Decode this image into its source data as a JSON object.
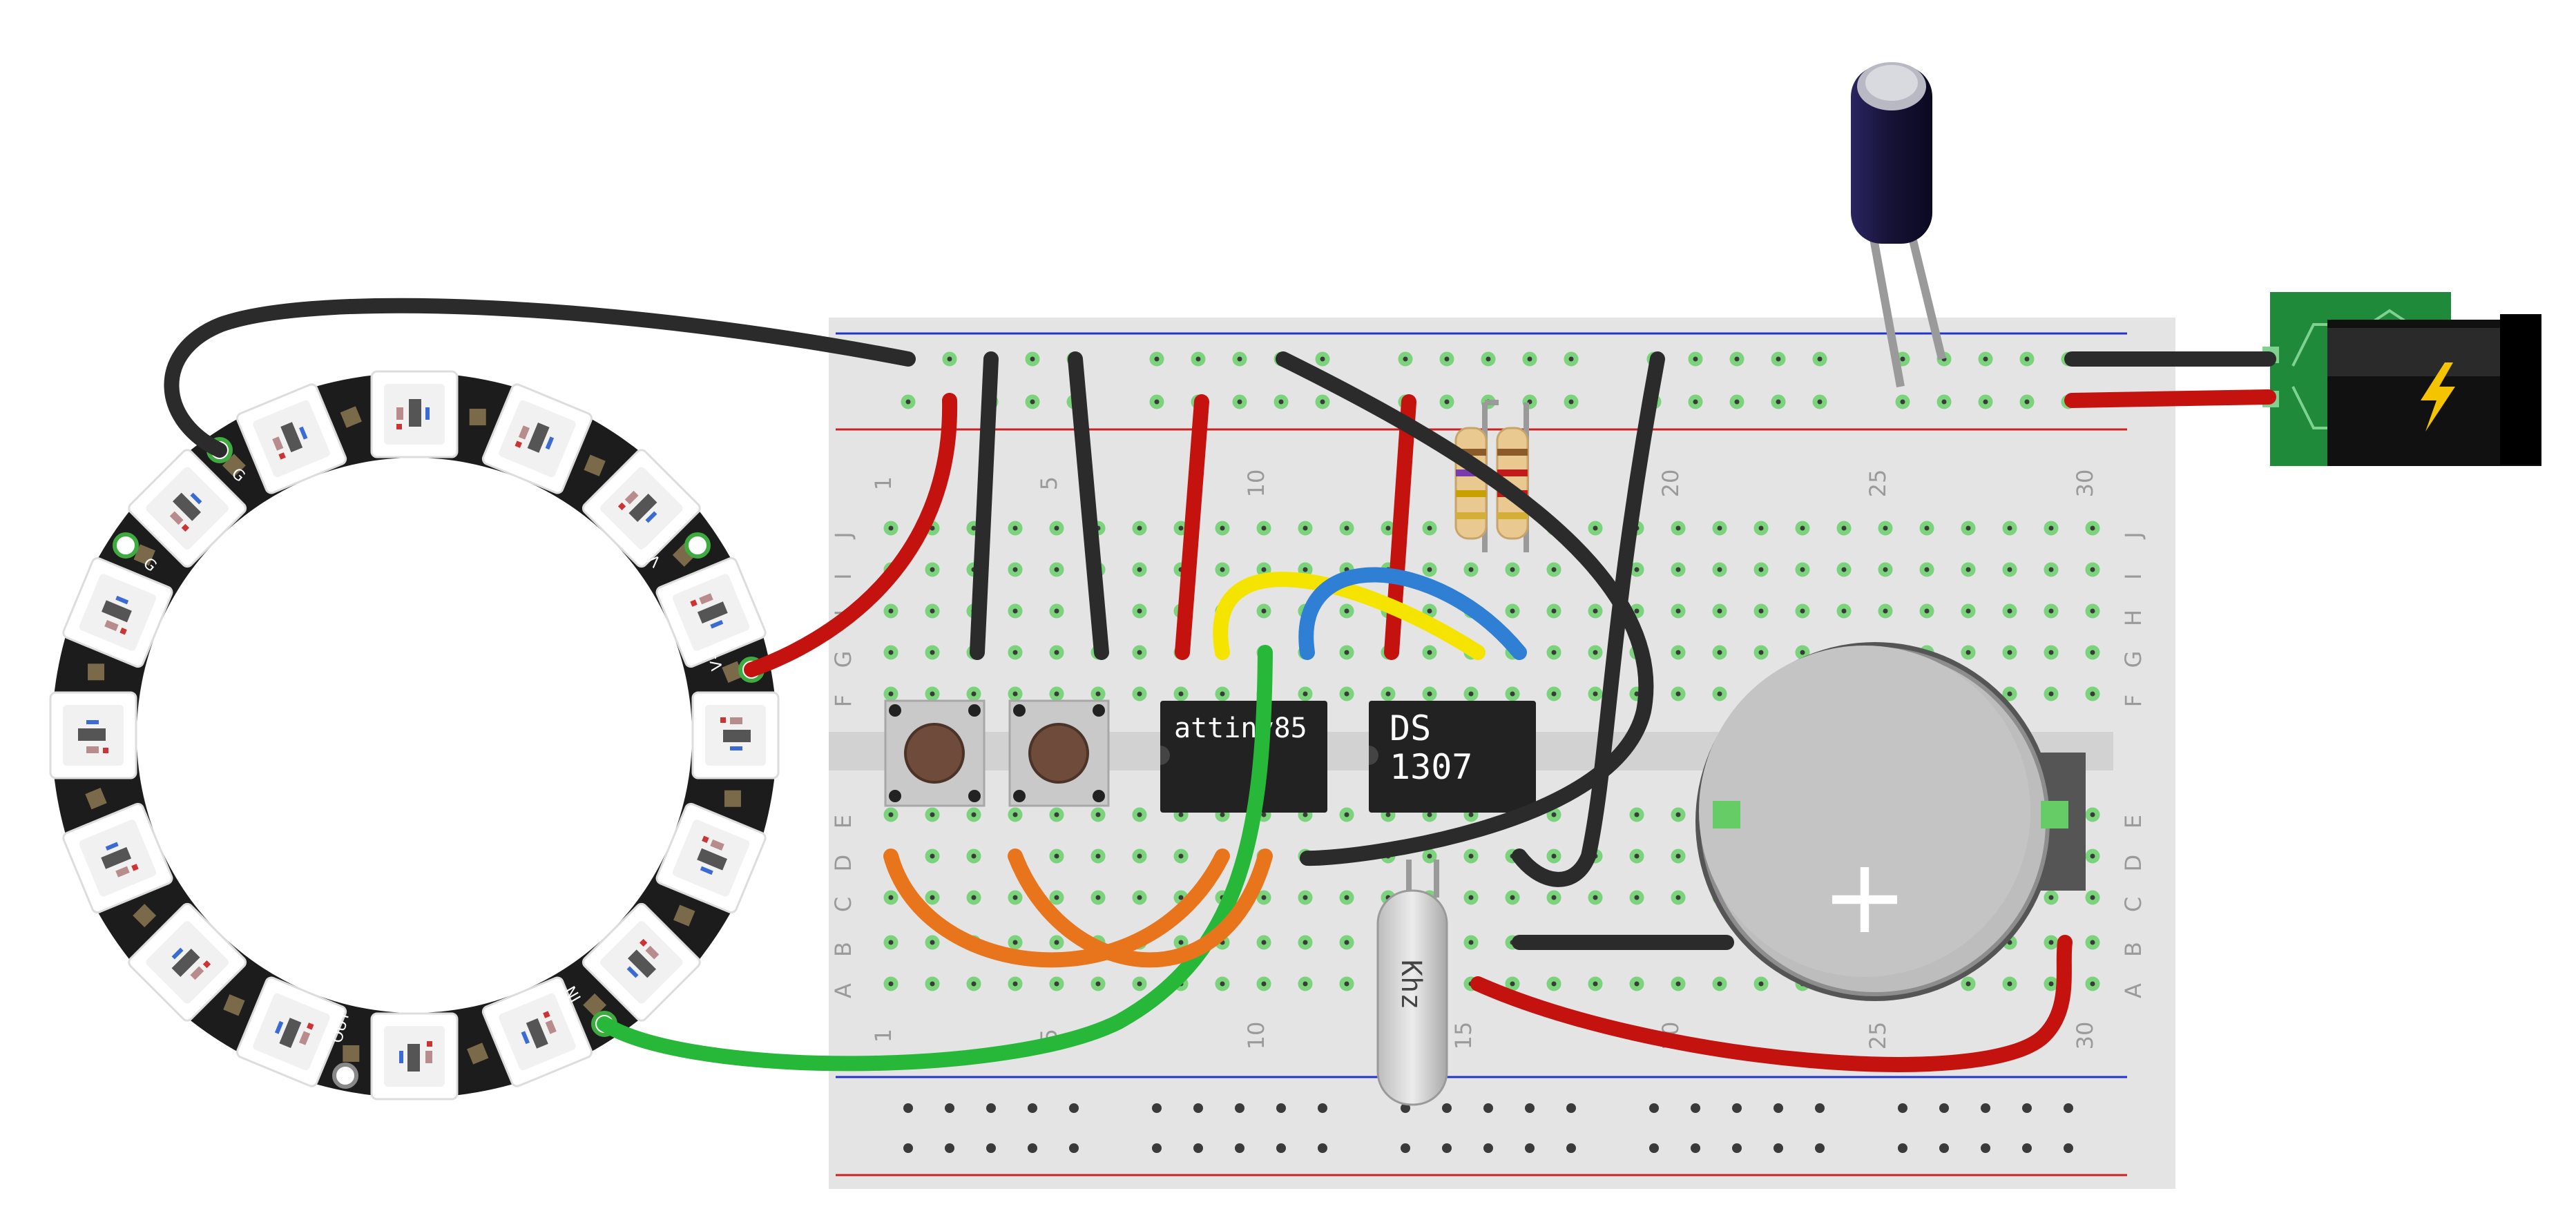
{
  "breadboard": {
    "column_numbers": [
      "1",
      "5",
      "10",
      "15",
      "20",
      "25",
      "30"
    ],
    "row_letters_top": [
      "J",
      "I",
      "H",
      "G",
      "F"
    ],
    "row_letters_bottom": [
      "E",
      "D",
      "C",
      "B",
      "A"
    ]
  },
  "chips": {
    "attiny_label": "attiny85",
    "ds1307_line1": "DS",
    "ds1307_line2": "1307"
  },
  "crystal": {
    "label": "Khz"
  },
  "ring": {
    "pin_g1": "G",
    "pin_g2": "G",
    "pin_v1": "V+",
    "pin_v2": "V+",
    "pin_in": "IN",
    "pin_out": "OUT"
  },
  "battery": {
    "symbol": "+"
  },
  "colors": {
    "wire_black": "#2b2b2b",
    "wire_red": "#c4120f",
    "wire_green": "#27b83a",
    "wire_orange": "#e8741c",
    "wire_yellow": "#f5e400",
    "wire_blue": "#2f7fd4",
    "pcb_green": "#1f8a3a",
    "rail_blue": "#2233cc",
    "rail_red": "#cc2222",
    "capacitor": "#1b1747"
  }
}
